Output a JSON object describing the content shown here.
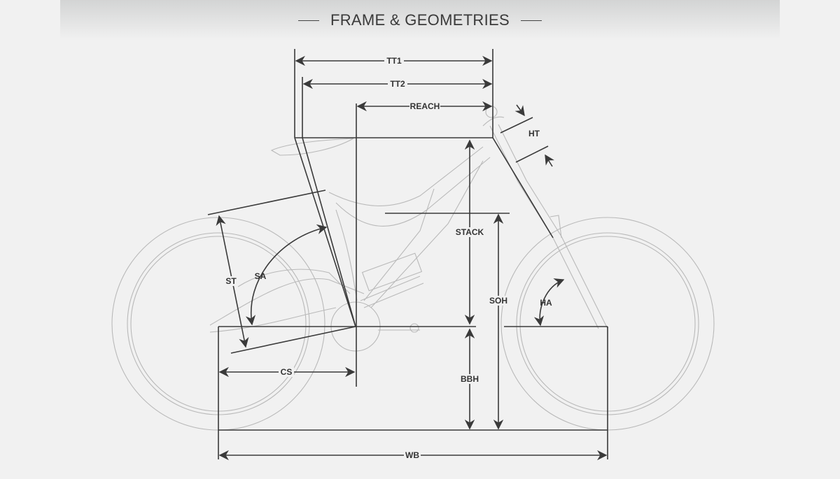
{
  "header": {
    "title": "FRAME & GEOMETRIES"
  },
  "labels": {
    "tt1": "TT1",
    "tt2": "TT2",
    "reach": "REACH",
    "ht": "HT",
    "stack": "STACK",
    "soh": "SOH",
    "bbh": "BBH",
    "st": "ST",
    "sa": "SA",
    "ha": "HA",
    "cs": "CS",
    "wb": "WB"
  }
}
